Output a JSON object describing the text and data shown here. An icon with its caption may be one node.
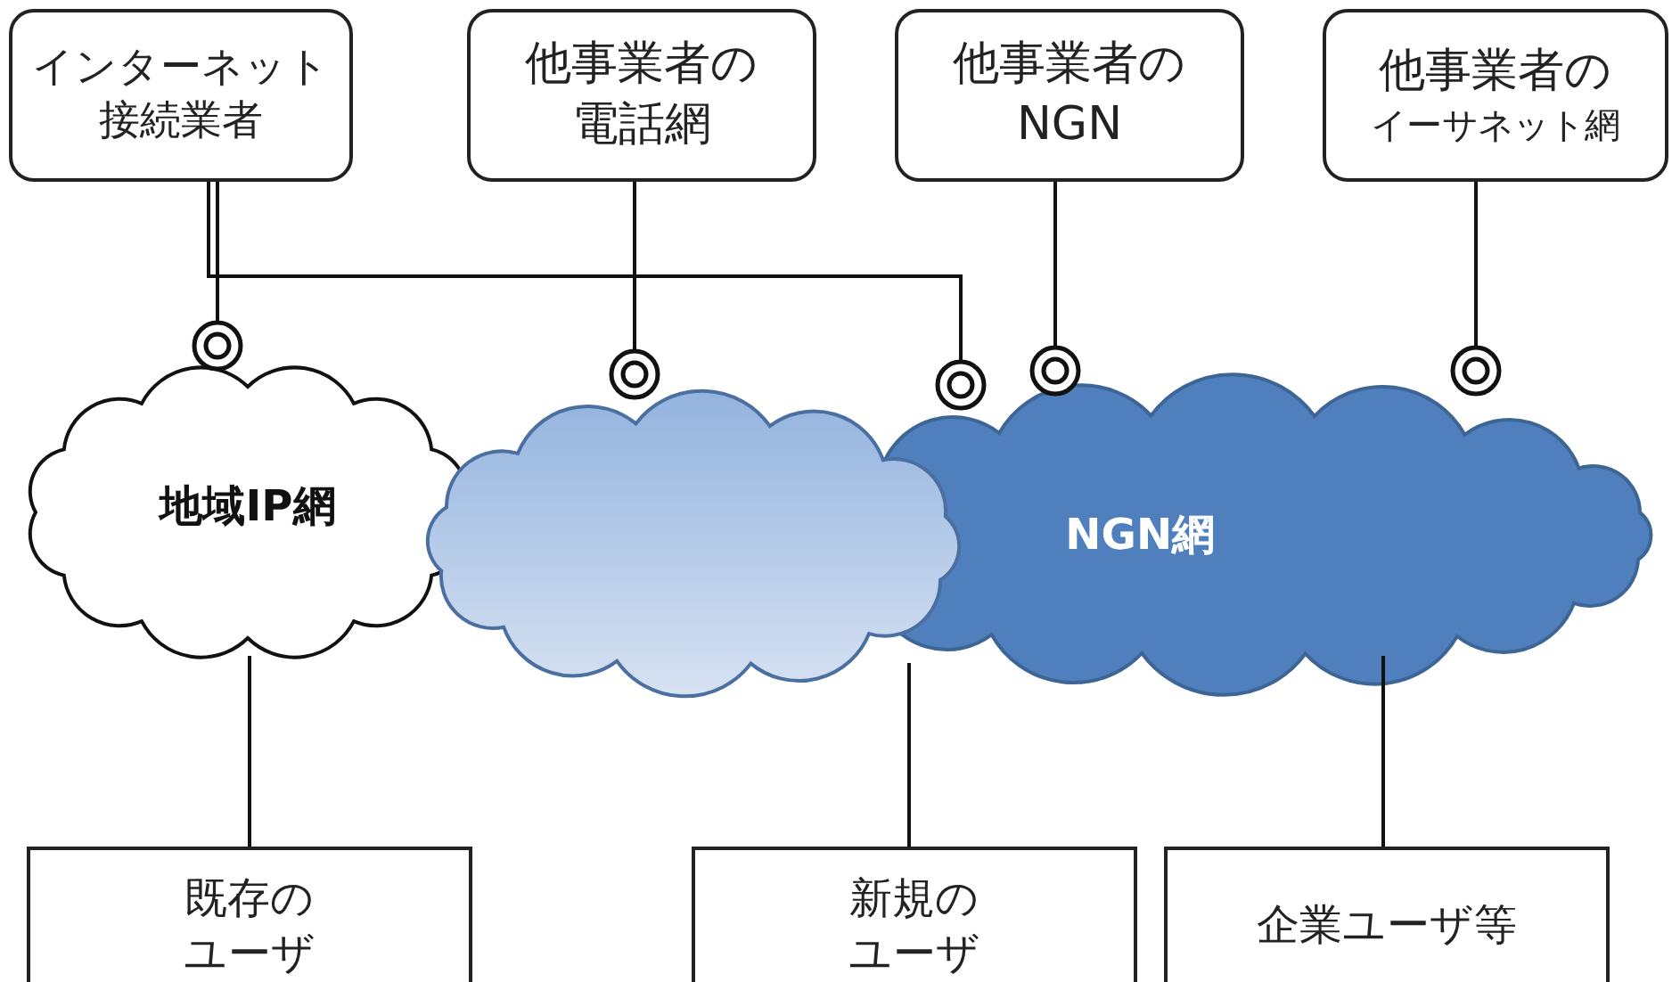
{
  "diagram": {
    "nodes": [
      {
        "text": [
          "インターネット接続業者"
        ]
      },
      {
        "text": [
          "他事業者の電話網"
        ]
      },
      {
        "text": [
          "他事業者のNGN"
        ]
      },
      {
        "text": [
          "他事業者のイーサネット網"
        ]
      },
      {
        "text": [
          "地域IP網"
        ]
      },
      {
        "text": [],
        "shape": "cloud"
      },
      {
        "text": [
          "NGN網"
        ]
      },
      {
        "text": [
          "既存のユーザ"
        ]
      },
      {
        "text": [
          "新規のユーザ"
        ]
      },
      {
        "text": [
          "企業ユーザ等"
        ]
      }
    ],
    "edges": [
      {
        "from": 0,
        "to": 4,
        "arrow": "other"
      },
      {
        "from": 0,
        "to": 6,
        "arrow": "other"
      },
      {
        "from": 1,
        "to": 5,
        "arrow": "other"
      },
      {
        "from": 2,
        "to": 6,
        "arrow": "other"
      },
      {
        "from": 3,
        "to": 6,
        "arrow": "other"
      },
      {
        "from": 4,
        "to": 7,
        "arrow": "none"
      },
      {
        "from": 6,
        "to": 8,
        "arrow": "none"
      },
      {
        "from": 6,
        "to": 9,
        "arrow": "none"
      }
    ]
  }
}
